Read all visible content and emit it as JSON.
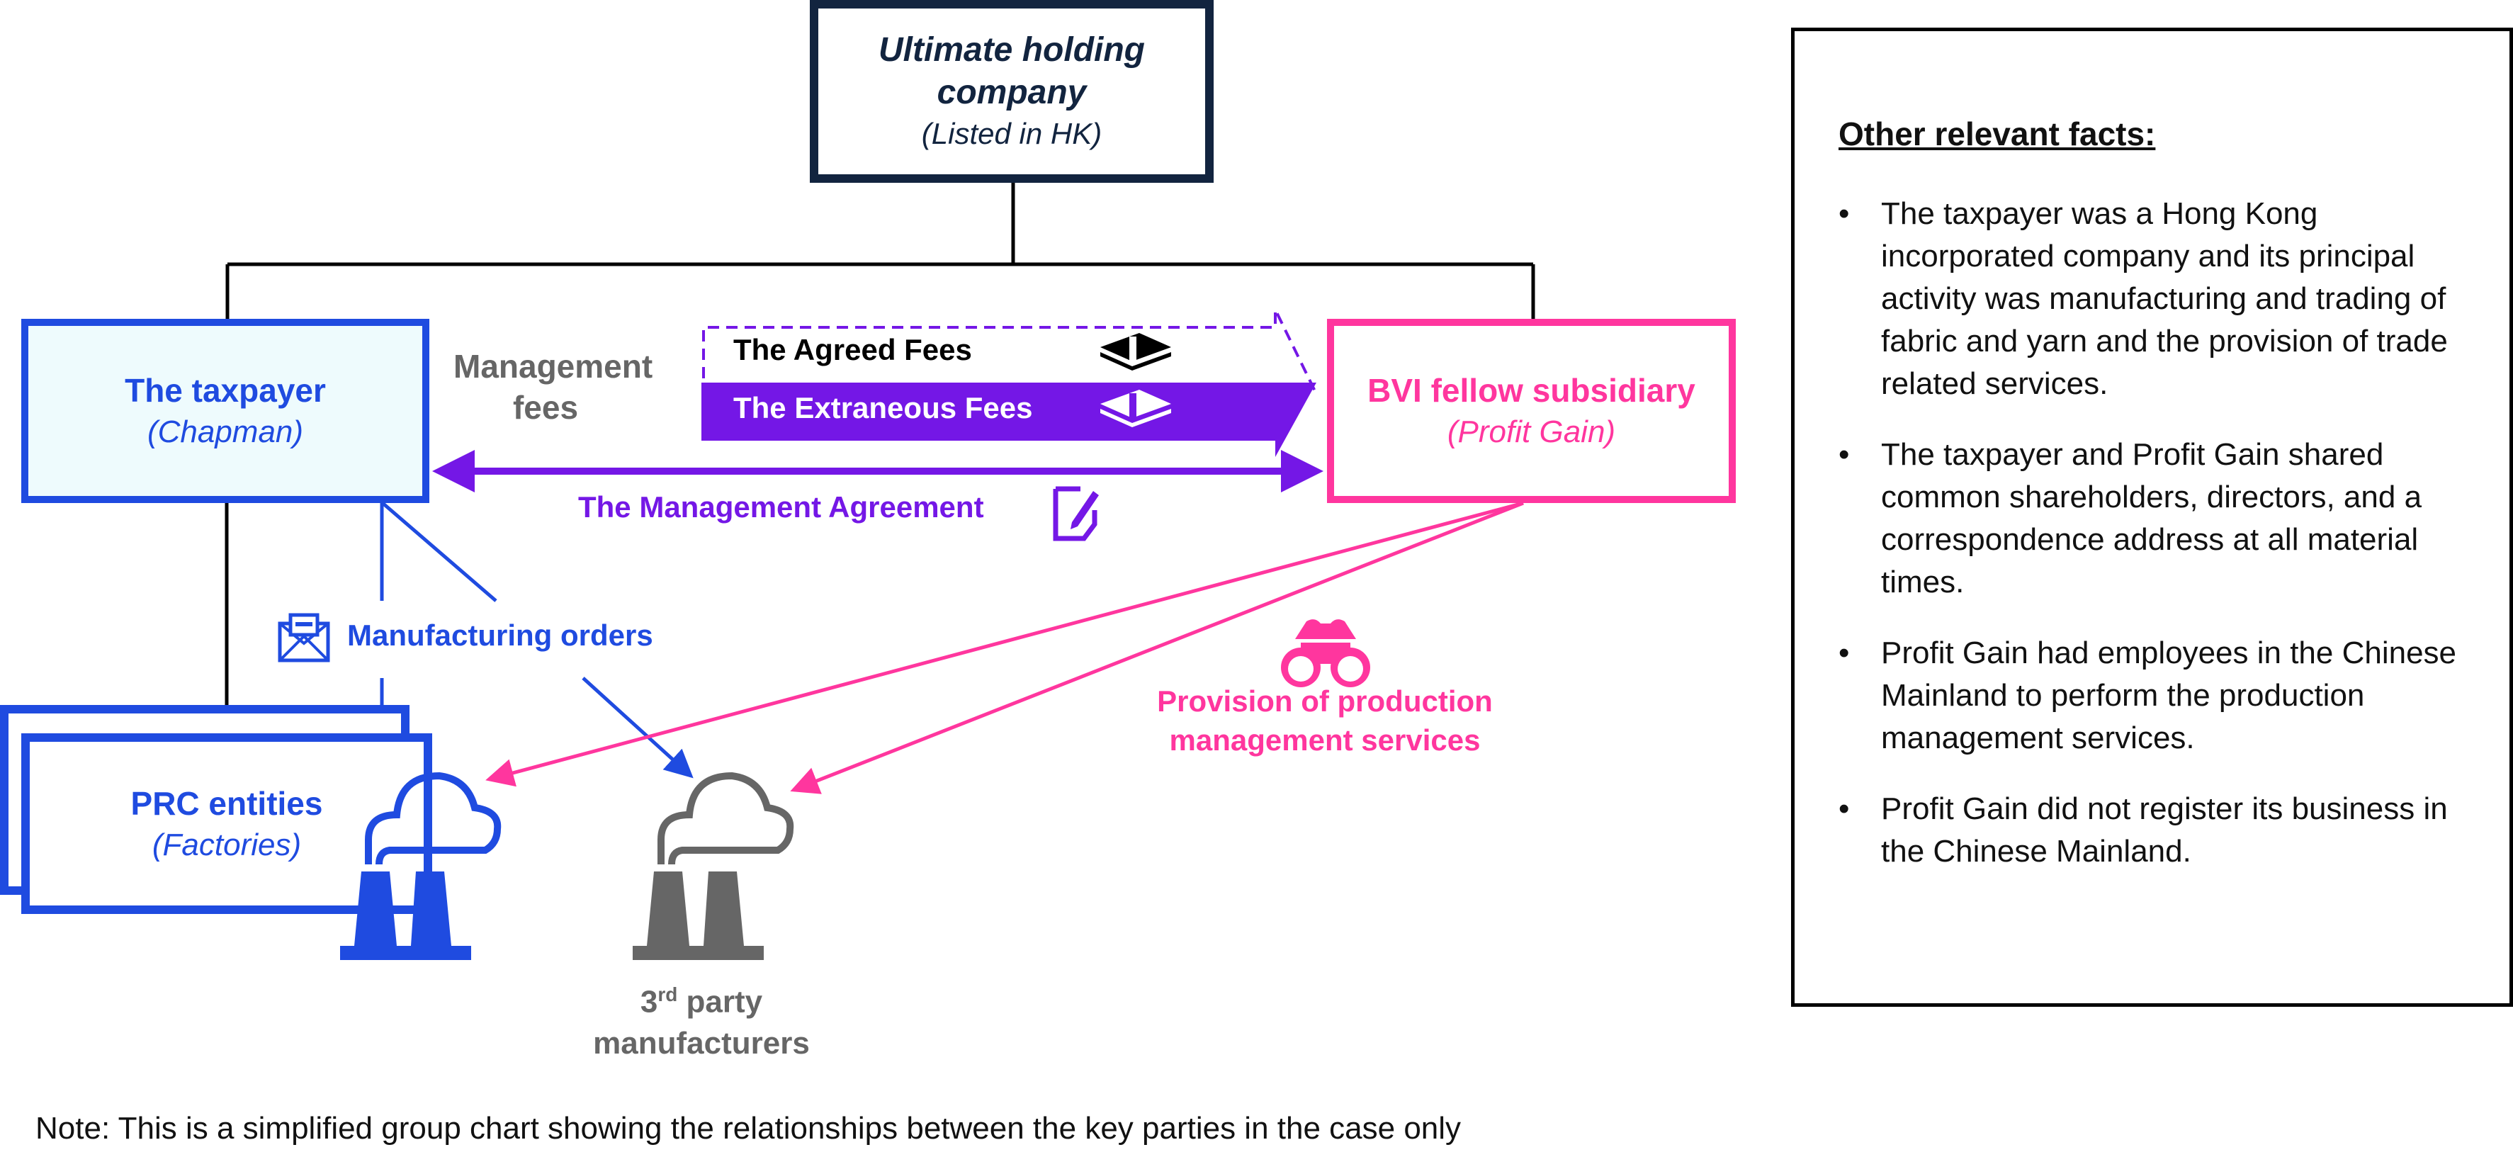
{
  "colors": {
    "navy": "#12243f",
    "blue": "#1f4be0",
    "pink": "#ff369e",
    "purple": "#7417e6",
    "grey": "#666666",
    "taxpayer_fill": "#eefbfd"
  },
  "holding": {
    "title": "Ultimate holding company",
    "subtitle": "(Listed in HK)"
  },
  "taxpayer": {
    "title": "The taxpayer",
    "subtitle": "(Chapman)"
  },
  "bvi": {
    "title": "BVI fellow subsidiary",
    "subtitle": "(Profit Gain)"
  },
  "prc": {
    "title": "PRC entities",
    "subtitle": "(Factories)"
  },
  "fees": {
    "heading": "Management fees",
    "agreed": "The Agreed Fees",
    "extraneous": "The Extraneous Fees"
  },
  "agreement": {
    "label": "The Management Agreement"
  },
  "orders": {
    "label": "Manufacturing orders"
  },
  "provision": {
    "label": "Provision of production management services"
  },
  "third_party": {
    "prefix": "3",
    "ordinal": "rd",
    "label": " party manufacturers"
  },
  "facts": {
    "heading": "Other relevant facts:",
    "items": [
      "The taxpayer was a Hong Kong incorporated company and its principal activity was manufacturing and trading of fabric and yarn and the provision of trade related services.",
      "The taxpayer and Profit Gain shared common shareholders, directors, and a correspondence address at all material times.",
      "Profit Gain had employees in the Chinese Mainland to perform the production management services.",
      "Profit Gain did not register its business in the Chinese Mainland."
    ]
  },
  "note": "Note: This is a simplified group chart showing the relationships between the key parties in the case only"
}
